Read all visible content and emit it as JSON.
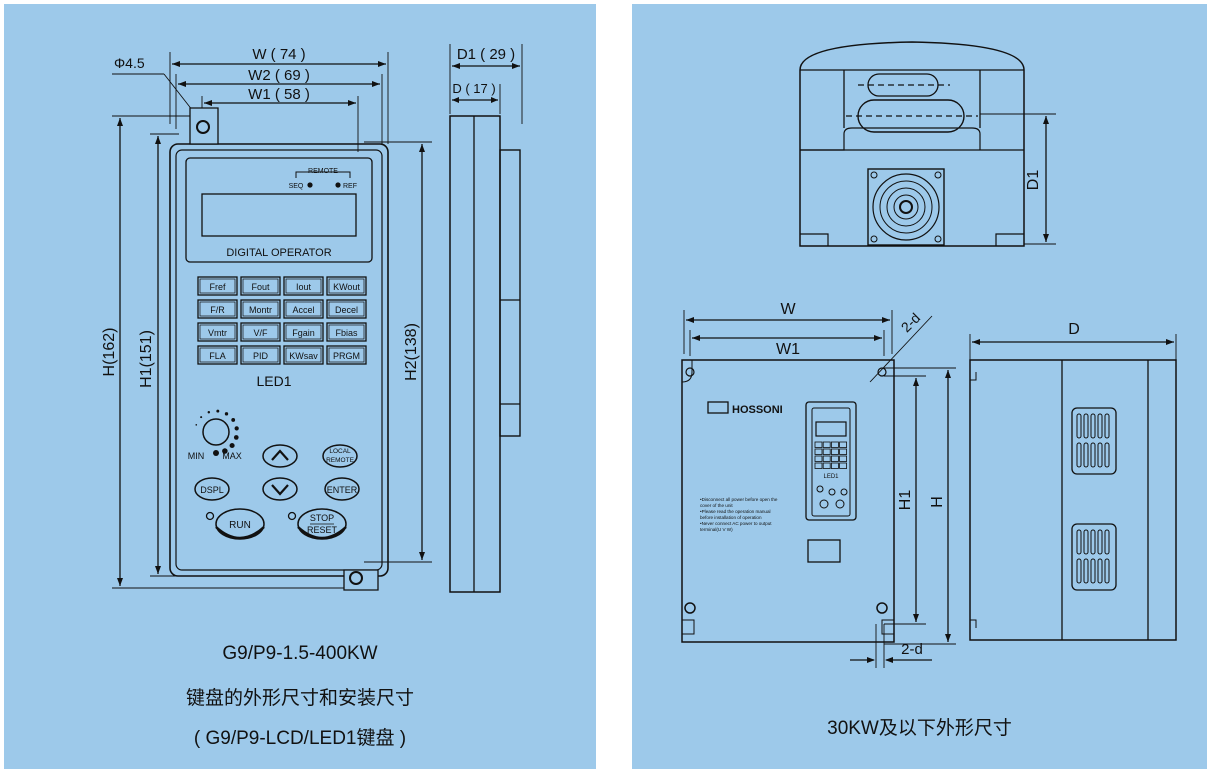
{
  "colors": {
    "panel_bg": "#9dc9ea",
    "line": "#111111",
    "page_bg": "#ffffff"
  },
  "left_panel": {
    "dimensions": {
      "hole": "Φ4.5",
      "w": "W ( 74 )",
      "w2": "W2 ( 69 )",
      "w1": "W1 ( 58 )",
      "d1": "D1 ( 29 )",
      "d": "D ( 17 )",
      "h": "H(162)",
      "h1": "H1(151)",
      "h2": "H2(138)"
    },
    "keypad": {
      "remote_label": "REMOTE",
      "seq_label": "SEQ",
      "ref_label": "REF",
      "display_label": "DIGITAL OPERATOR",
      "keys": [
        "Fref",
        "Fout",
        "Iout",
        "KWout",
        "F/R",
        "Montr",
        "Accel",
        "Decel",
        "Vmtr",
        "V/F",
        "Fgain",
        "Fbias",
        "FLA",
        "PID",
        "KWsav",
        "PRGM"
      ],
      "led_label": "LED1",
      "min_label": "MIN",
      "max_label": "MAX",
      "local_remote_top": "LOCAL",
      "local_remote_bottom": "REMOTE",
      "dspl_label": "DSPL",
      "enter_label": "ENTER",
      "run_label": "RUN",
      "stop_top": "STOP",
      "stop_bottom": "RESET"
    },
    "caption": {
      "line1": "G9/P9-1.5-400KW",
      "line2": "键盘的外形尺寸和安装尺寸",
      "line3": "( G9/P9-LCD/LED1键盘 )"
    }
  },
  "right_panel": {
    "dimensions": {
      "top_d1": "D1",
      "w": "W",
      "w1": "W1",
      "hole": "2-d",
      "h1": "H1",
      "h": "H",
      "bottom_hole": "2-d",
      "d": "D"
    },
    "device": {
      "brand": "HOSSONI",
      "led_label": "LED1",
      "warning_lines": [
        "•Disconnect all power before open the",
        " cover of the unit",
        "•Please read the operation manual",
        " before installation of operation",
        "•Never connect AC power to output",
        " terminal(U V W)"
      ]
    },
    "caption": "30KW及以下外形尺寸"
  }
}
